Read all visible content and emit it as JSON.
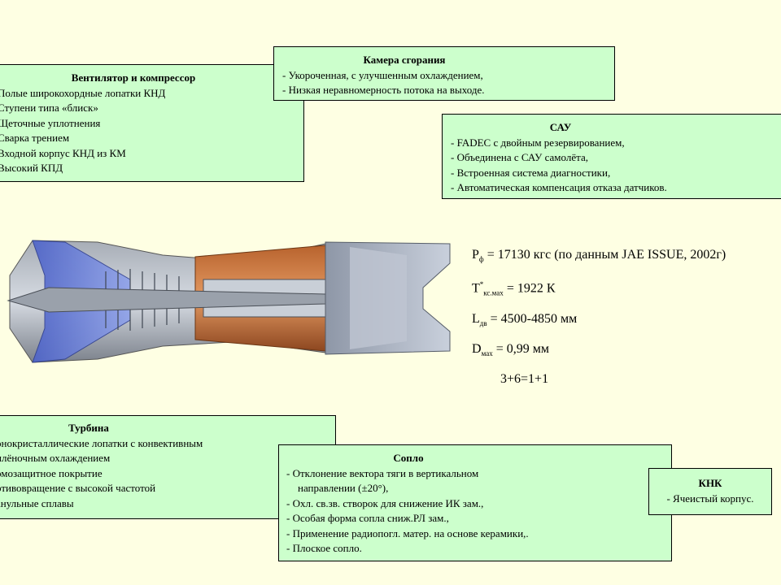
{
  "fan_compressor": {
    "title": "Вентилятор и компрессор",
    "lines": [
      "Полые широкохордные лопатки КНД",
      "Ступени типа «блиск»",
      "Щеточные уплотнения",
      "Сварка трением",
      "Входной корпус КНД из КМ",
      "Высокий КПД"
    ]
  },
  "combustor": {
    "title": "Камера сгорания",
    "lines": [
      "- Укороченная, с улучшенным охлаждением,",
      "- Низкая неравномерность потока на выходе."
    ]
  },
  "sau": {
    "title": "САУ",
    "lines": [
      "- FADEC с двойным резервированием,",
      "- Объединена с САУ самолёта,",
      "- Встроенная система диагностики,",
      "- Автоматическая компенсация отказа датчиков."
    ]
  },
  "turbine": {
    "title": "Турбина",
    "lines": [
      "онокристаллические лопатки с конвективным",
      "плёночным охлаждением",
      "омозащитное покрытие",
      "отивовращение с высокой частотой",
      "анульные сплавы"
    ]
  },
  "nozzle": {
    "title": "Сопло",
    "lines": [
      "- Отклонение вектора тяги в вертикальном",
      "направлении (±20°),",
      "- Охл. св.зв. створок для снижение ИК зам.,",
      "- Особая форма сопла сниж.РЛ зам.,",
      "- Применение радиопогл. матер. на основе керамики,.",
      "- Плоское сопло."
    ]
  },
  "knk": {
    "title": "КНК",
    "lines": [
      "- Ячеистый корпус."
    ]
  },
  "specs": {
    "p_sym": "P",
    "p_sub": "ф",
    "p_val": " = 17130 кгс (по данным JAE ISSUE, 2002г)",
    "t_sym": "T",
    "t_sup": "*",
    "t_sub": "кс.мах",
    "t_val": " = 1922 К",
    "l_sym": "L",
    "l_sub": "дв",
    "l_val": " = 4500-4850 мм",
    "d_sym": "D",
    "d_sub": "мах",
    "d_val": " = 0,99 мм",
    "eq": "3+6=1+1"
  }
}
